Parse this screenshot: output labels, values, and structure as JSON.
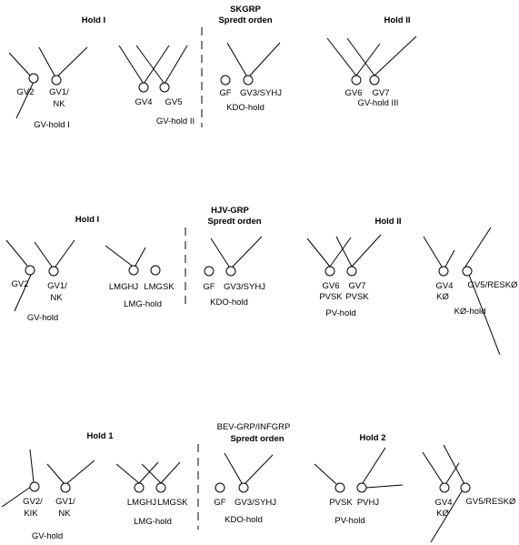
{
  "sections": [
    {
      "title_line1": "SKGRP",
      "title_line2": "Spredt orden",
      "hold_left": "Hold I",
      "hold_right": "Hold II",
      "labels": {
        "gv2": "GV2",
        "gv1_a": "GV1/",
        "gv1_b": "NK",
        "gv4": "GV4",
        "gv5": "GV5",
        "gf": "GF",
        "gv3": "GV3/SYHJ",
        "gv6": "GV6",
        "gv7": "GV7",
        "grp1": "GV-hold I",
        "grp2": "GV-hold II",
        "grp3": "KDO-hold",
        "grp4": "GV-hold III"
      }
    },
    {
      "title_line1": "HJV-GRP",
      "title_line2": "Spredt orden",
      "hold_left": "Hold I",
      "hold_right": "Hold II",
      "labels": {
        "gv2": "GV2",
        "gv1_a": "GV1/",
        "gv1_b": "NK",
        "lmghj": "LMGHJ",
        "lmgsk": "LMGSK",
        "gf": "GF",
        "gv3": "GV3/SYHJ",
        "gv6_a": "GV6",
        "gv6_b": "PVSK",
        "gv7_a": "GV7",
        "gv7_b": "PVSK",
        "gv4_a": "GV4",
        "gv4_b": "KØ",
        "gv5": "GV5/RESKØ",
        "grp1": "GV-hold",
        "grp2": "LMG-hold",
        "grp3": "KDO-hold",
        "grp4": "PV-hold",
        "grp5": "KØ-hold"
      }
    },
    {
      "title_line1": "BEV-GRP/INFGRP",
      "title_line2": "Spredt orden",
      "hold_left": "Hold 1",
      "hold_right": "Hold 2",
      "labels": {
        "gv2_a": "GV2/",
        "gv2_b": "KIK",
        "gv1_a": "GV1/",
        "gv1_b": "NK",
        "lmghj": "LMGHJ",
        "lmgsk": "LMGSK",
        "gf": "GF",
        "gv3": "GV3/SYHJ",
        "pvsk": "PVSK",
        "pvhj": "PVHJ",
        "gv4_a": "GV4",
        "gv4_b": "KØ",
        "gv5": "GV5/RESKØ",
        "grp1": "GV-hold",
        "grp2": "LMG-hold",
        "grp3": "KDO-hold",
        "grp4": "PV-hold"
      }
    }
  ]
}
